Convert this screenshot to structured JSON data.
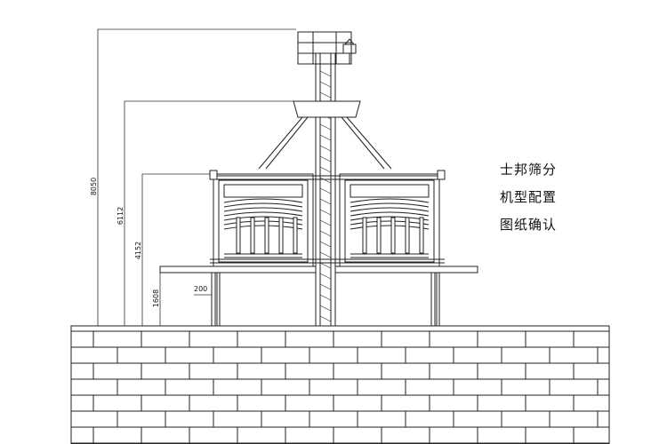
{
  "notes": {
    "line1": "士邦筛分",
    "line2": "机型配置",
    "line3": "图纸确认"
  },
  "dimensions": {
    "d8050": "8050",
    "d6112": "6112",
    "d4152": "4152",
    "d1608": "1608",
    "d200": "200"
  },
  "colors": {
    "line": "#222222",
    "background": "#ffffff"
  }
}
